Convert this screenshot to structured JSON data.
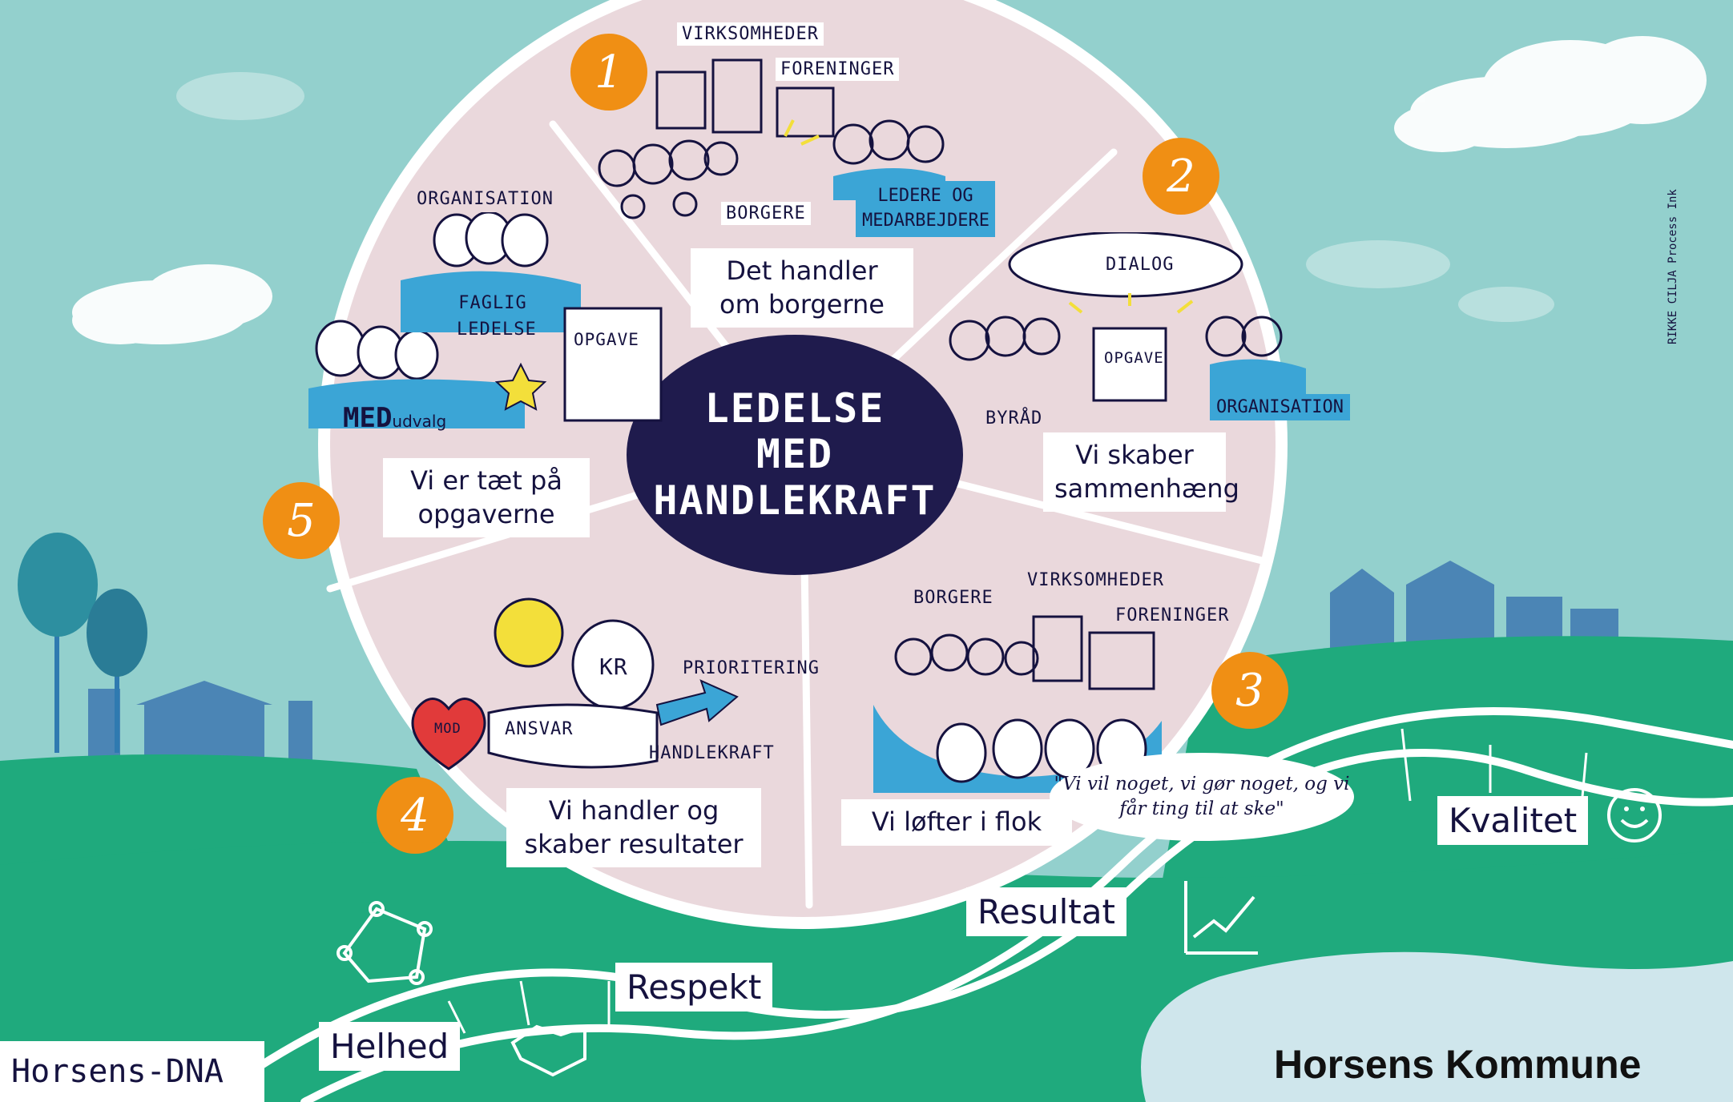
{
  "center": {
    "line1": "LEDELSE",
    "line2": "MED",
    "line3": "HANDLEKRAFT"
  },
  "segments": [
    {
      "number": "1",
      "title": "Det handler om borgerne",
      "captions": {
        "companies": "VIRKSOMHEDER",
        "associations": "FORENINGER",
        "citizens": "BORGERE"
      },
      "tag": "LEDERE OG MEDARBEJDERE"
    },
    {
      "number": "2",
      "title": "Vi skaber sammenhæng",
      "captions": {
        "dialog": "DIALOG",
        "task": "OPGAVE",
        "council": "BYRÅD"
      },
      "tag": "ORGANISATION"
    },
    {
      "number": "3",
      "title": "Vi løfter i flok",
      "captions": {
        "citizens": "BORGERE",
        "companies": "VIRKSOMHEDER",
        "associations": "FORENINGER"
      },
      "quote": "\"Vi vil noget, vi gør noget, og vi får ting til at ske\""
    },
    {
      "number": "4",
      "title": "Vi handler og skaber resultater",
      "captions": {
        "courage": "MOD",
        "responsibility": "ANSVAR",
        "money": "KR",
        "priority": "PRIORITERING",
        "action": "HANDLEKRAFT"
      }
    },
    {
      "number": "5",
      "title": "Vi er tæt på opgaverne",
      "captions": {
        "organisation": "ORGANISATION",
        "task": "OPGAVE"
      },
      "tags": {
        "professional": "FAGLIG LEDELSE",
        "med_prefix": "MED",
        "med_suffix": "udvalg"
      }
    }
  ],
  "values": {
    "whole": "Helhed",
    "respect": "Respekt",
    "result": "Resultat",
    "quality": "Kvalitet"
  },
  "footer": {
    "left": "Horsens-DNA",
    "brand": "Horsens Kommune"
  },
  "credit": "RIKKE CILJA Process Ink",
  "colors": {
    "sky": "#93d0cd",
    "grass": "#1faa7d",
    "circle": "#ead8dc",
    "center": "#1f1b4d",
    "accent": "#f08f14",
    "blue": "#3ba5d6",
    "water": "#cfe6ec"
  }
}
